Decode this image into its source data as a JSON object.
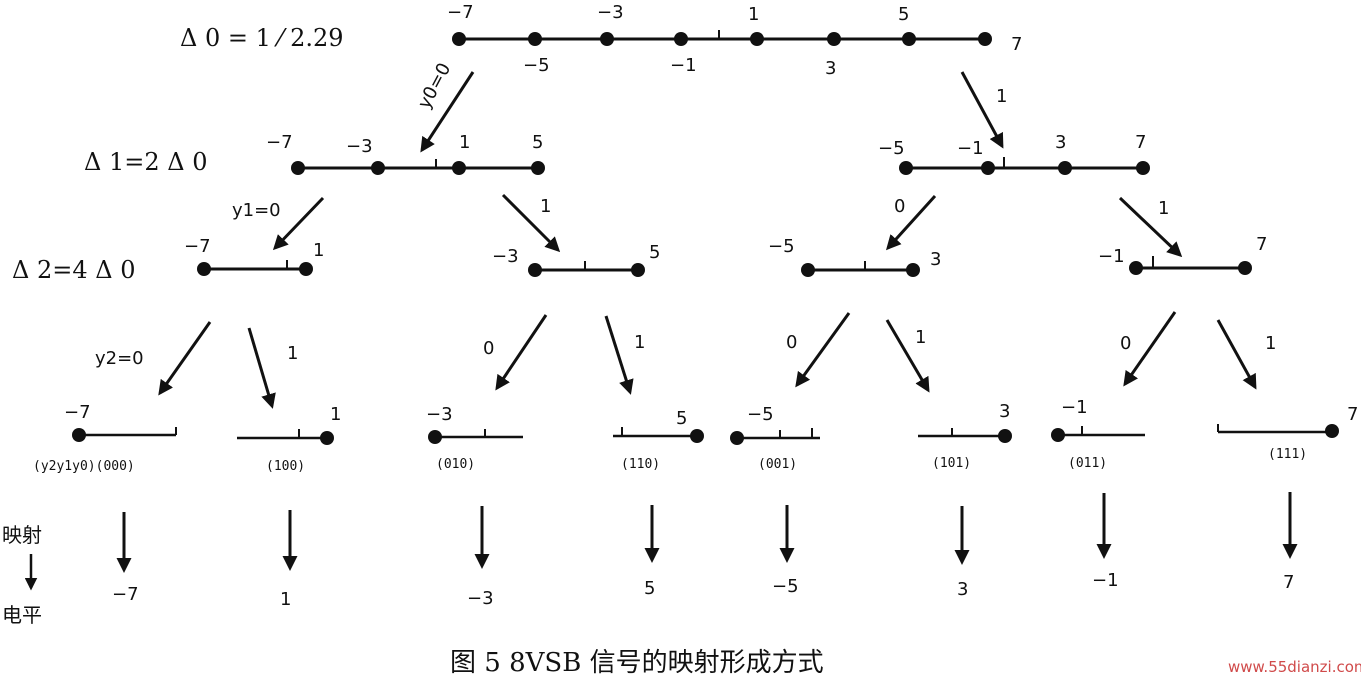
{
  "labels": {
    "delta0": "Δ 0 = 1 ⁄ 2.29",
    "delta1": "Δ 1=2 Δ 0",
    "delta2": "Δ 2=4 Δ 0",
    "y0": "y0=0",
    "y1": "y1=0",
    "y2": "y2=0",
    "one": "1",
    "zero": "0",
    "mapping": "映射",
    "level": "电平",
    "caption": "图 5   8VSB 信号的映射形成方式",
    "watermark": "www.55dianzi.com"
  },
  "level0": {
    "top_values": [
      "−7",
      "−3",
      "1",
      "5"
    ],
    "bottom_values": [
      "−5",
      "−1",
      "3"
    ],
    "right_value": "7"
  },
  "level1": {
    "left": [
      "−7",
      "−3",
      "1",
      "5"
    ],
    "right": [
      "−5",
      "−1",
      "3",
      "7"
    ]
  },
  "level2": {
    "pairs": [
      [
        "−7",
        "1"
      ],
      [
        "−3",
        "5"
      ],
      [
        "−5",
        "3"
      ],
      [
        "−1",
        "7"
      ]
    ]
  },
  "leaves": [
    {
      "value": "−7",
      "code": "(y2y1y0)(000)",
      "level": "−7"
    },
    {
      "value": "1",
      "code": "(100)",
      "level": "1"
    },
    {
      "value": "−3",
      "code": "(010)",
      "level": "−3"
    },
    {
      "value": "5",
      "code": "(110)",
      "level": "5"
    },
    {
      "value": "−5",
      "code": "(001)",
      "level": "−5"
    },
    {
      "value": "3",
      "code": "(101)",
      "level": "3"
    },
    {
      "value": "−1",
      "code": "(011)",
      "level": "−1"
    },
    {
      "value": "7",
      "code": "(111)",
      "level": "7"
    }
  ],
  "colors": {
    "ink": "#111111",
    "watermark": "#d04a4a"
  }
}
